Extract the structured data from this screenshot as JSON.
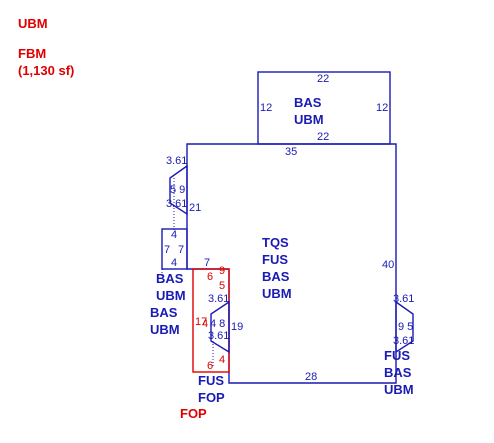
{
  "legend": {
    "code1": "UBM",
    "code2": "FBM",
    "area": "(1,130 sf)"
  },
  "areas": {
    "top_box": [
      "BAS",
      "UBM"
    ],
    "main": [
      "TQS",
      "FUS",
      "BAS",
      "UBM"
    ],
    "left_a": [
      "BAS",
      "UBM"
    ],
    "left_b": [
      "BAS",
      "UBM"
    ],
    "bottom_mid": [
      "FUS",
      "FOP"
    ],
    "bottom_red": [
      "FOP"
    ],
    "right_bottom": [
      "FUS",
      "BAS",
      "UBM"
    ]
  },
  "dims": {
    "top_top": "22",
    "top_left": "12",
    "top_right": "12",
    "top_bottom": "22",
    "main_top": "35",
    "main_right": "40",
    "main_bottom": "28",
    "main_left_upper": "21",
    "main_left_lower": "19",
    "main_left_step": "7",
    "bay_upper_top": "3.61",
    "bay_upper_mid": "5 9",
    "bay_upper_bot": "3.61",
    "small_top": "4",
    "small_left": "7",
    "small_right": "7",
    "small_bot": "4",
    "red_top": "9",
    "red_a": "6",
    "red_b": "5",
    "red_left": "17",
    "red_inner": "4",
    "red_bot_a": "6",
    "red_bot_b": "4",
    "bay_mid_top": "3.61",
    "bay_mid_mid": "4 8",
    "bay_mid_bot": "3.61",
    "bay_right_top": "3.61",
    "bay_right_mid": "9 5",
    "bay_right_bot": "3.61"
  }
}
